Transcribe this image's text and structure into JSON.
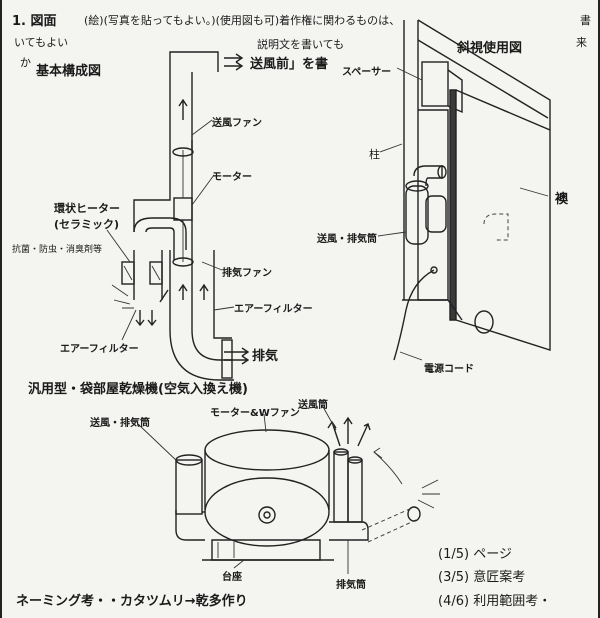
{
  "header": {
    "line1_prefix": "1. 図面",
    "line1_rest": "(絵)(写真を貼ってもよい。)(使用図も可)着作権に関わるものは、",
    "line1_right": "書",
    "line2_left": "いてもよい",
    "line2_mid": "説明文を書いても",
    "line2_right": "来",
    "line3_left": "か",
    "basic_title": "基本構成図",
    "blowing_label": "送風前」を書",
    "perspective_title": "斜視使用図"
  },
  "basic_diagram": {
    "blow_fan": "送風ファン",
    "motor": "モーター",
    "ring_heater": "環状ヒーター",
    "ceramic": "(セラミック)",
    "deodorant": "抗菌・防虫・消臭剤等",
    "exhaust_fan": "排気ファン",
    "air_filter_right": "エアーフィルター",
    "air_filter_left": "エアーフィルター",
    "exhaust": "排気"
  },
  "perspective_diagram": {
    "spacer": "スペーサー",
    "pillar": "柱",
    "fusuma": "襖",
    "duct": "送風・排気筒",
    "power_cord": "電源コード"
  },
  "machine": {
    "title": "汎用型・袋部屋乾燥機(空気入換え機)",
    "motor_fan": "モーター&Wファン",
    "duct_label": "送風・排気筒",
    "blow_pipe": "送風筒",
    "stand": "台座",
    "exhaust_pipe": "排気筒"
  },
  "pages": [
    {
      "label": "(1/5) ページ"
    },
    {
      "label": "(3/5) 意匠案考"
    },
    {
      "label": "(4/6) 利用範囲考・"
    }
  ],
  "footer": {
    "naming": "ネーミング考・・カタツムリ→乾多作り"
  }
}
